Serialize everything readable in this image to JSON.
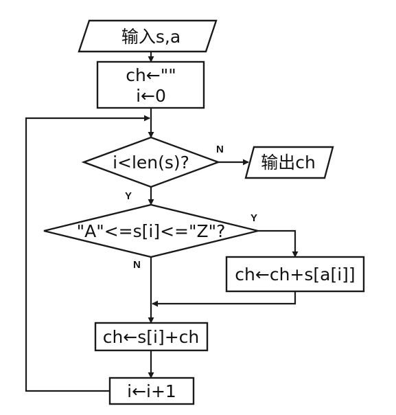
{
  "nodes": {
    "input": "输入s,a",
    "init_ch": "ch←\"\"",
    "init_i": "i←0",
    "cond_len": "i<len(s)?",
    "output": "输出ch",
    "cond_upper": "\"A\"<=s[i]<=\"Z\"?",
    "append": "ch←ch+s[a[i]]",
    "prepend": "ch←s[i]+ch",
    "increment": "i←i+1"
  },
  "branches": {
    "len_no": "N",
    "len_yes": "Y",
    "upper_yes": "Y",
    "upper_no": "N"
  }
}
